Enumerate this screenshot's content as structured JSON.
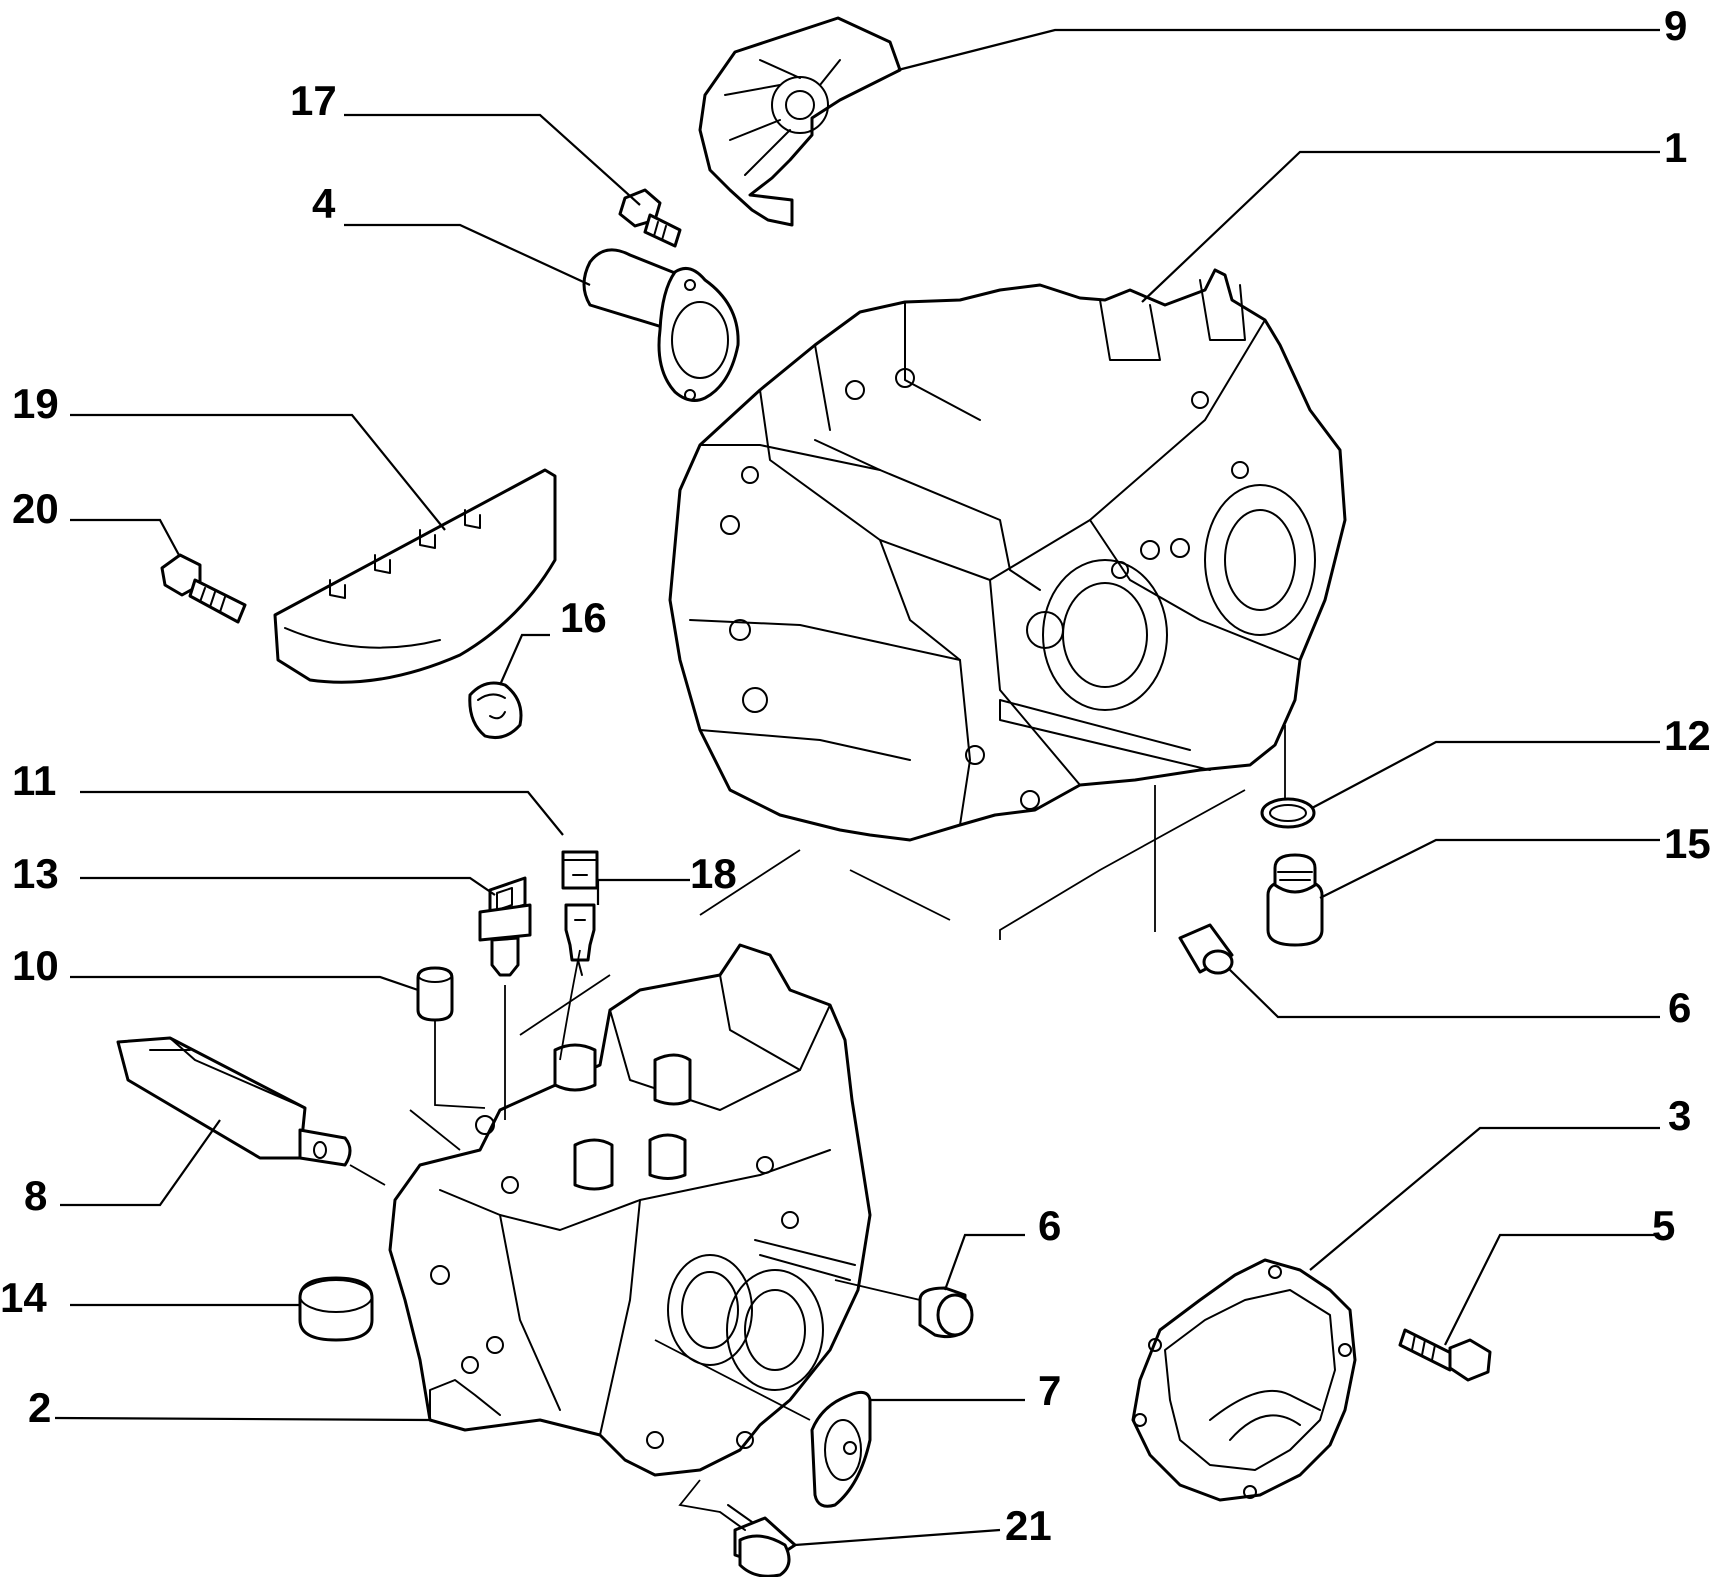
{
  "callouts": {
    "c1": "1",
    "c2": "2",
    "c3": "3",
    "c4": "4",
    "c5": "5",
    "c6a": "6",
    "c6b": "6",
    "c7": "7",
    "c8": "8",
    "c9": "9",
    "c10": "10",
    "c11": "11",
    "c12": "12",
    "c13": "13",
    "c14": "14",
    "c15": "15",
    "c16": "16",
    "c17": "17",
    "c18": "18",
    "c19": "19",
    "c20": "20",
    "c21": "21"
  },
  "colors": {
    "line": "#000000",
    "background": "#ffffff"
  }
}
